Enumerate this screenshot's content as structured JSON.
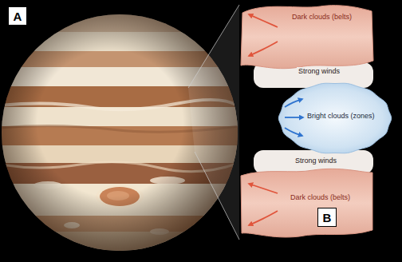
{
  "diagram": {
    "nodes": [
      {
        "text": [
          "A"
        ]
      },
      {
        "text": [
          "Dark clouds (belts)"
        ]
      },
      {
        "text": [
          "Bright clouds (zones)"
        ]
      },
      {
        "text": [
          "Dark clouds (belts)"
        ]
      },
      {
        "text": [
          "B"
        ]
      }
    ],
    "labels": [
      "Strong winds",
      "Strong winds"
    ]
  }
}
